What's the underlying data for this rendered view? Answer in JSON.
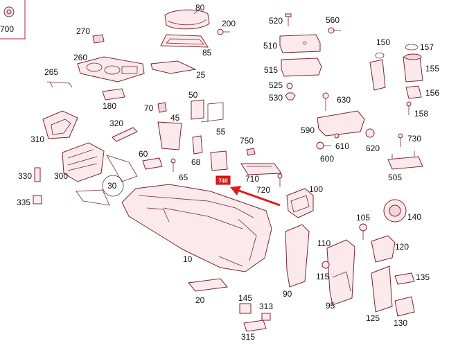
{
  "labels": {
    "p700": "700",
    "p80": "80",
    "p200": "200",
    "p270": "270",
    "p85": "85",
    "p260": "260",
    "p25": "25",
    "p265": "265",
    "p180": "180",
    "p520": "520",
    "p560": "560",
    "p510": "510",
    "p515": "515",
    "p525": "525",
    "p530": "530",
    "p150": "150",
    "p157": "157",
    "p155": "155",
    "p156": "156",
    "p158": "158",
    "p630": "630",
    "p590": "590",
    "p610": "610",
    "p620": "620",
    "p600": "600",
    "p730": "730",
    "p505": "505",
    "p50": "50",
    "p70": "70",
    "p45": "45",
    "p55": "55",
    "p310": "310",
    "p320": "320",
    "p750": "750",
    "p60": "60",
    "p68": "68",
    "p710": "710",
    "p300": "300",
    "p65": "65",
    "p330": "330",
    "p335": "335",
    "p30": "30",
    "p720": "720",
    "p100": "100",
    "p140": "140",
    "p105": "105",
    "p120": "120",
    "p110": "110",
    "p10": "10",
    "p115": "115",
    "p135": "135",
    "p90": "90",
    "p95": "95",
    "p20": "20",
    "p145": "145",
    "p313": "313",
    "p125": "125",
    "p130": "130",
    "p315": "315"
  },
  "highlight": {
    "badge_text": "740"
  },
  "colors": {
    "stroke": "#7a2430",
    "fill": "#fbe9ec",
    "highlight": "#e01a1a",
    "arrow": "#e01a1a"
  }
}
